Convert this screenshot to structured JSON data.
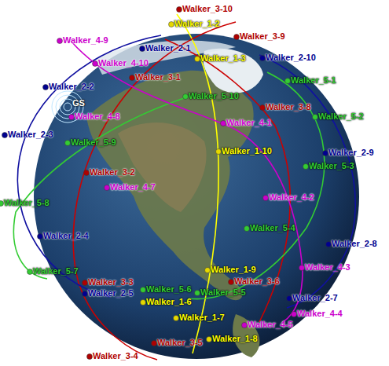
{
  "diagram": {
    "labels": [
      "Walker_3-10",
      "Walker_1-2",
      "Walker_3-9",
      "Walker_4-9",
      "Walker_2-1",
      "Walker_1-3",
      "Walker_2-10",
      "Walker_4-10",
      "Walker_5-1",
      "Walker_3-1",
      "Walker_2-2",
      "GS",
      "Walker_4-8",
      "Walker_5-10",
      "Walker_3-8",
      "Walker_4-1",
      "Walker_5-2",
      "Walker_2-3",
      "Walker_5-9",
      "Walker_2-9",
      "Walker_1-10",
      "Walker_5-3",
      "Walker_3-2",
      "Walker_4-7",
      "Walker_4-2",
      "Walker_5-8",
      "Walker_5-4",
      "Walker_2-4",
      "Walker_2-8",
      "Walker_4-3",
      "Walker_1-9",
      "Walker_5-7",
      "Walker_3-6",
      "Walker_3-3",
      "Walker_2-5",
      "Walker_5-6",
      "Walker_5-5",
      "Walker_1-6",
      "Walker_2-7",
      "Walker_1-7",
      "Walker_4-4",
      "Walker_4-5",
      "Walker_1-8",
      "Walker_3-5",
      "Walker_3-4"
    ]
  }
}
